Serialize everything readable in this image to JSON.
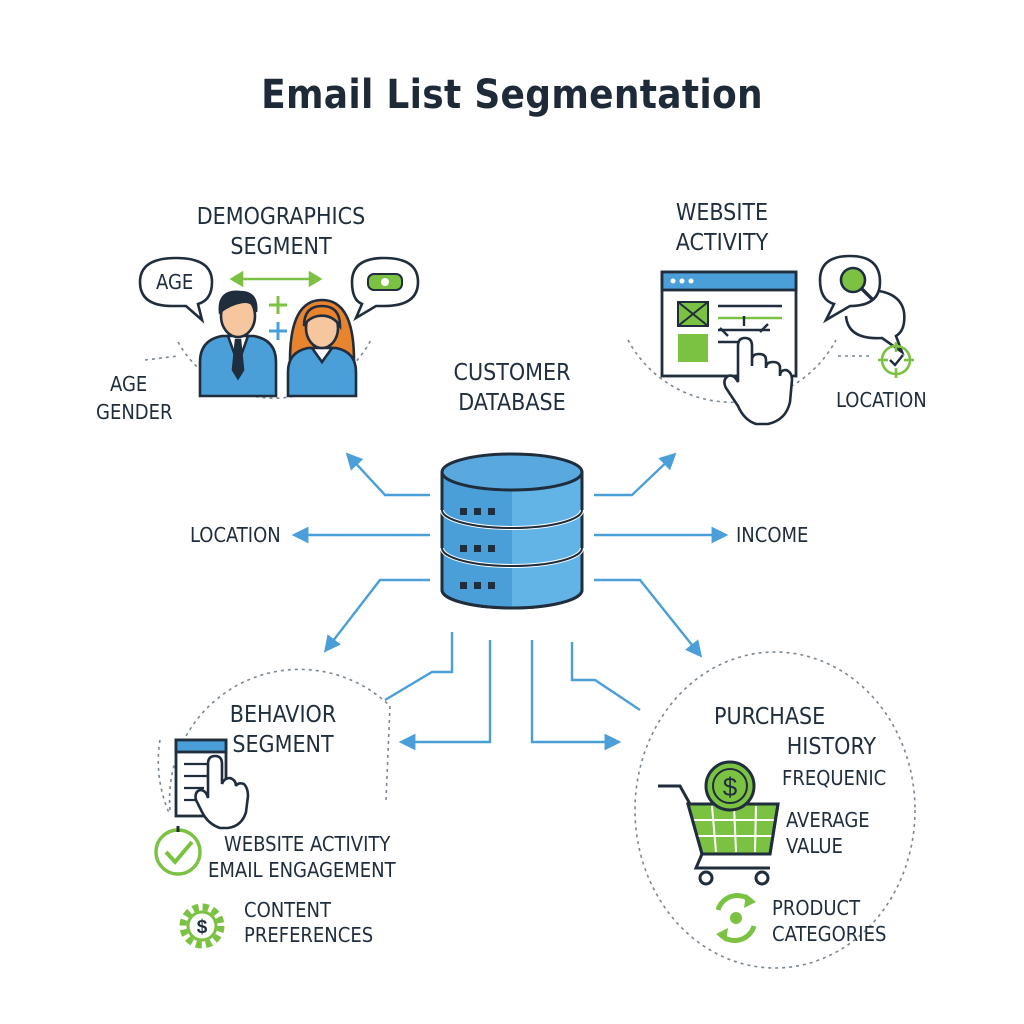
{
  "title": "Email List Segmentation",
  "center": {
    "line1": "CUSTOMER",
    "line2": "DATABASE"
  },
  "demographics": {
    "heading_line1": "DEMOGRAPHICS",
    "heading_line2": "SEGMENT",
    "bubble_label": "AGE",
    "items": [
      "AGE",
      "GENDER"
    ]
  },
  "website": {
    "heading_line1": "WEBSITE",
    "heading_line2": "ACTIVITY",
    "location_label": "LOCATION"
  },
  "side_labels": {
    "left": "LOCATION",
    "right": "INCOME"
  },
  "behavior": {
    "heading_line1": "BEHAVIOR",
    "heading_line2": "SEGMENT",
    "items": [
      "WEBSITE ACTIVITY",
      "EMAIL ENGAGEMENT"
    ],
    "content_line1": "CONTENT",
    "content_line2": "PREFERENCES"
  },
  "purchase": {
    "heading_line1": "PURCHASE",
    "heading_line2": "HISTORY",
    "frequency_label": "FREQUENIC",
    "avg_line1": "AVERAGE",
    "avg_line2": "VALUE",
    "product_line1": "PRODUCT",
    "product_line2": "CATEGORIES"
  },
  "colors": {
    "blue": "#4a9fd8",
    "dark": "#1f2d3d",
    "green": "#7cc242",
    "arrow": "#4a9fd8"
  }
}
